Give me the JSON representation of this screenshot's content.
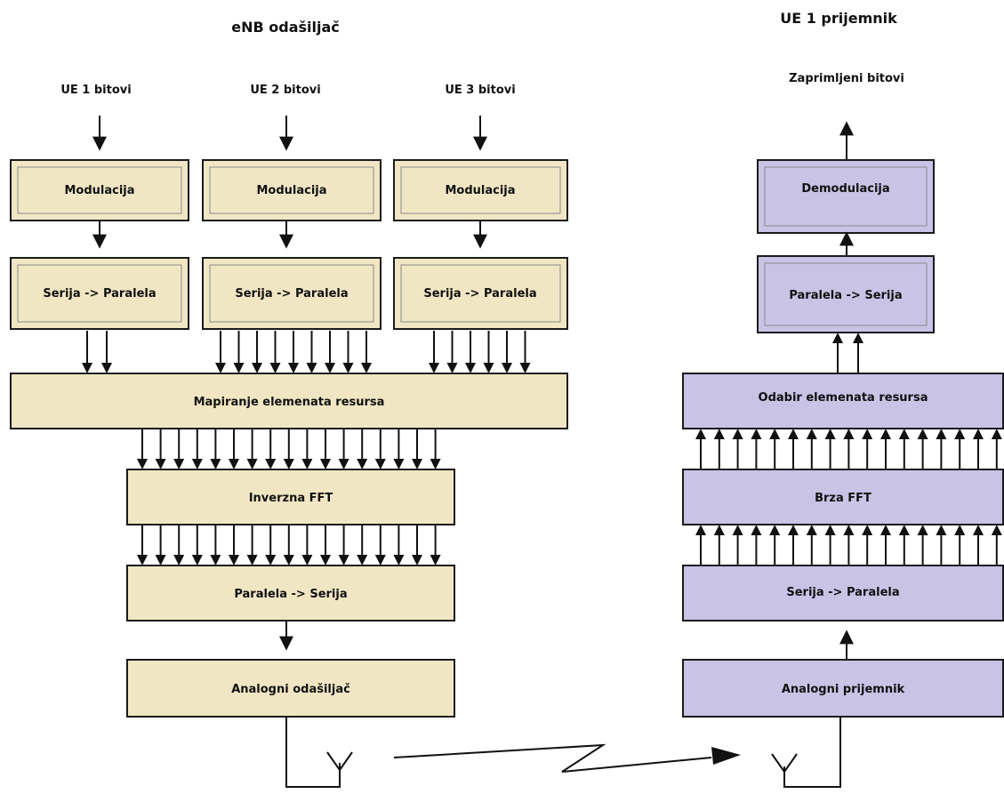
{
  "transmitter": {
    "title": "eNB odašiljač",
    "users": [
      "UE 1 bitovi",
      "UE 2 bitovi",
      "UE 3 bitovi"
    ],
    "modulation_label": "Modulacija",
    "s2p_label": "Serija -> Paralela",
    "mapping_label": "Mapiranje elemenata resursa",
    "ifft_label": "Inverzna FFT",
    "p2s_label": "Paralela -> Serija",
    "analog_label": "Analogni odašiljač"
  },
  "receiver": {
    "title": "UE 1 prijemnik",
    "output_label": "Zaprimljeni bitovi",
    "demod_label": "Demodulacija",
    "p2s_label": "Paralela -> Serija",
    "select_label": "Odabir elemenata resursa",
    "fft_label": "Brza FFT",
    "s2p_label": "Serija -> Paralela",
    "analog_label": "Analogni prijemnik"
  },
  "colors": {
    "transmitter_fill": "#f1e6c3",
    "receiver_fill": "#c9c3e6"
  }
}
